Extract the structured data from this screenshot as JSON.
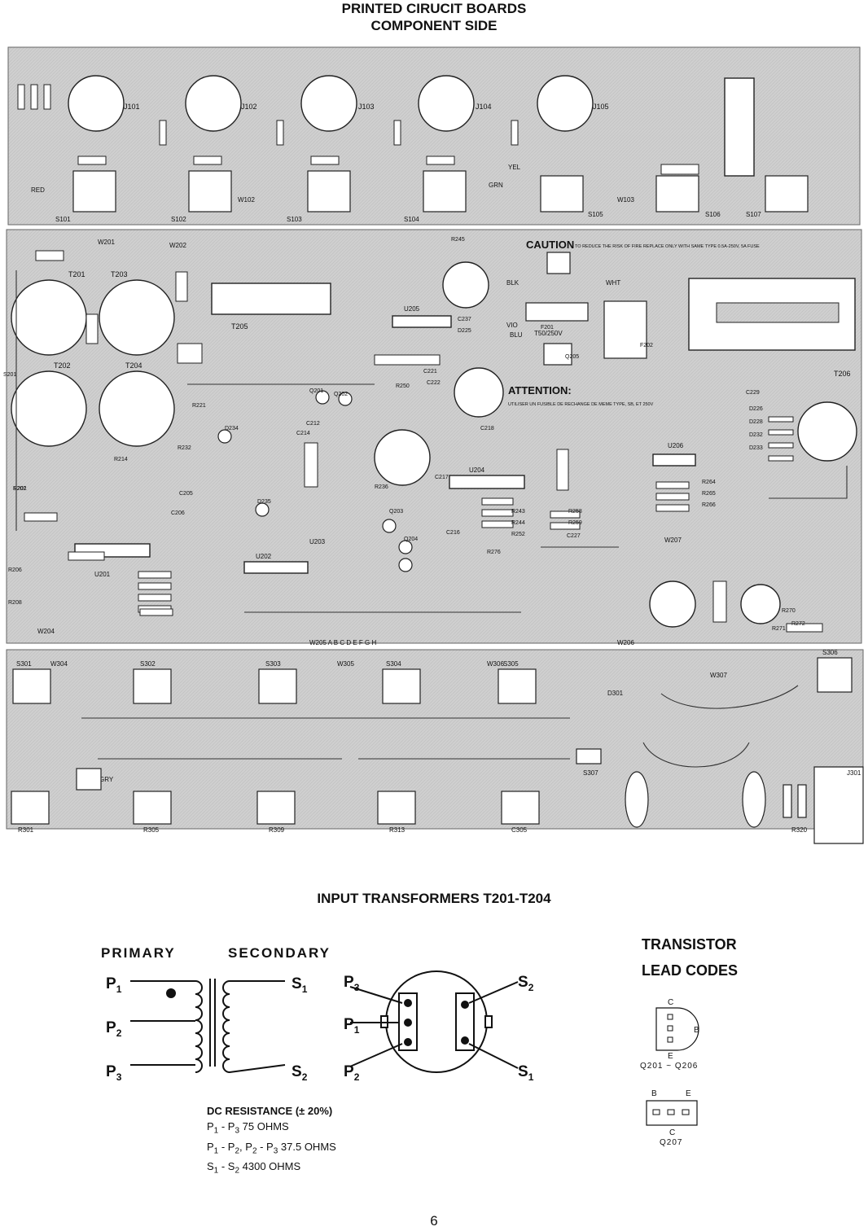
{
  "header": {
    "line1": "PRINTED CIRUCIT BOARDS",
    "line2": "COMPONENT SIDE"
  },
  "pcb": {
    "caution_title": "CAUTION",
    "caution_text": "TO REDUCE THE RISK OF FIRE REPLACE ONLY WITH SAME TYPE 0.5A-250V, 5A FUSE",
    "attention_title": "ATTENTION:",
    "attention_text": "UTILISER UN FUSIBLE DE RECHANGE DE MEME TYPE, SB, ET 250V",
    "fuse_label": "T50/250V",
    "jacks": [
      "J101",
      "J102",
      "J103",
      "J104",
      "J105"
    ],
    "switches_top": [
      "S101",
      "S102",
      "S103",
      "S104",
      "S105",
      "S106",
      "S107"
    ],
    "transformers": [
      "T201",
      "T203",
      "T202",
      "T204",
      "T205",
      "T206"
    ],
    "ics": [
      "U201",
      "U202",
      "U203",
      "U204",
      "U205",
      "U206"
    ],
    "headers": [
      "W201",
      "W202",
      "W204",
      "W205 A B C D E F G H",
      "W206",
      "W207",
      "W102",
      "W103"
    ],
    "switches_bottom": [
      "S301",
      "S302",
      "S303",
      "S304",
      "S305",
      "S306",
      "S307"
    ],
    "wires": [
      "BLK",
      "WHT",
      "RED",
      "GRN",
      "YEL",
      "VIO",
      "BLU",
      "GRY"
    ],
    "bottom_parts": [
      "R301",
      "R305",
      "R309",
      "R313",
      "C305",
      "R320",
      "J301",
      "D301",
      "W304",
      "W305",
      "W306",
      "W307"
    ],
    "misc_labels": [
      "R201",
      "R206",
      "R208",
      "R214",
      "R221",
      "R232",
      "R236",
      "R243",
      "R244",
      "R245",
      "R250",
      "R252",
      "R258",
      "R259",
      "R264",
      "R265",
      "R266",
      "R270",
      "R271",
      "R272",
      "R276",
      "C205",
      "C206",
      "C212",
      "C214",
      "C216",
      "C217",
      "C218",
      "C221",
      "C222",
      "C227",
      "C229",
      "C237",
      "D225",
      "D226",
      "D228",
      "D232",
      "D233",
      "D234",
      "D235",
      "Q201",
      "Q202",
      "Q203",
      "Q204",
      "Q205",
      "F201",
      "F202",
      "S201",
      "S202"
    ]
  },
  "section_title": "INPUT TRANSFORMERS T201-T204",
  "schematic": {
    "primary_label": "PRIMARY",
    "secondary_label": "SECONDARY",
    "p1": "P",
    "p2": "P",
    "p3": "P",
    "p1_sub": "1",
    "p2_sub": "2",
    "p3_sub": "3",
    "s1": "S",
    "s2": "S",
    "s1_sub": "1",
    "s2_sub": "2"
  },
  "dc_resistance": {
    "title": "DC RESISTANCE (± 20%)",
    "line1_a": "P",
    "line1_a_sub": "1",
    "line1_b": " - P",
    "line1_b_sub": "3",
    "line1_c": " 75 OHMS",
    "line2_a": "P",
    "line2_a_sub": "1",
    "line2_b": " - P",
    "line2_b_sub": "2",
    "line2_c": ", P",
    "line2_c_sub": "2",
    "line2_d": " - P",
    "line2_d_sub": "3",
    "line2_e": " 37.5 OHMS",
    "line3_a": "S",
    "line3_a_sub": "1",
    "line3_b": " - S",
    "line3_b_sub": "2",
    "line3_c": " 4300 OHMS"
  },
  "transistor": {
    "title1": "TRANSISTOR",
    "title2": "LEAD CODES",
    "c_label": "C",
    "b_label": "B",
    "e_label": "E",
    "q1_caption": "Q201 ~ Q206",
    "b2_label": "B",
    "e2_label": "E",
    "c2_label": "C",
    "q2_caption": "Q207"
  },
  "page_number": "6"
}
